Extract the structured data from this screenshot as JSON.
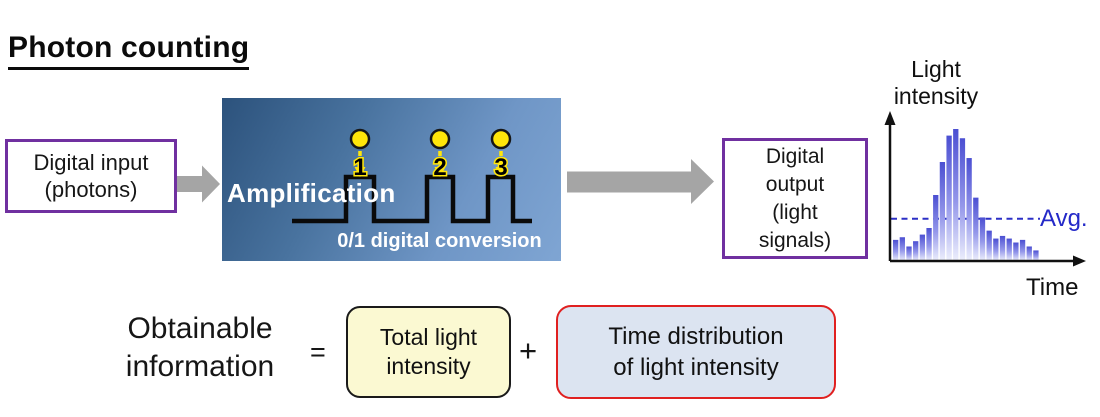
{
  "page_title": "Photon counting",
  "flow": {
    "input_box": {
      "lines": [
        "Digital input",
        "(photons)"
      ]
    },
    "amp_box": {
      "title": "Amplification",
      "caption": "0/1 digital conversion",
      "photons": [
        "1",
        "2",
        "3"
      ]
    },
    "output_box": {
      "lines": [
        "Digital",
        "output",
        "(light",
        "signals)"
      ]
    }
  },
  "chart": {
    "ylabel_line1": "Light",
    "ylabel_line2": "intensity",
    "xlabel": "Time",
    "avg_label": "Avg."
  },
  "chart_data": {
    "type": "bar",
    "title": "",
    "xlabel": "Time",
    "ylabel": "Light intensity",
    "values_relative": [
      0.16,
      0.18,
      0.11,
      0.15,
      0.2,
      0.25,
      0.5,
      0.75,
      0.95,
      1.0,
      0.93,
      0.78,
      0.48,
      0.33,
      0.23,
      0.17,
      0.19,
      0.17,
      0.14,
      0.16,
      0.11,
      0.08
    ],
    "avg_level_relative": 0.32,
    "annotations": [
      "Avg."
    ],
    "axis_ticks": "none shown",
    "grid": false,
    "legend": false
  },
  "equation": {
    "lhs": [
      "Obtainable",
      "information"
    ],
    "equals": "=",
    "term1": {
      "lines": [
        "Total light",
        "intensity"
      ]
    },
    "plus": "+",
    "term2": {
      "lines": [
        "Time distribution",
        "of light intensity"
      ]
    }
  },
  "colors": {
    "accent_purple": "#7030A0",
    "arrow_gray": "#A5A5A5",
    "amp_gradient_dark": "#2C527C",
    "amp_gradient_light": "#7FA5D3",
    "photon_yellow": "#FFE60A",
    "waveform_black": "#0a0a0a",
    "bar_top_blue": "#4B4FD2",
    "bar_bottom_blue": "#EDEFFC",
    "avg_line_blue": "#2B2FC6",
    "term1_bg": "#FBF9D2",
    "term1_border": "#1A1A1A",
    "term2_bg": "#DCE4F1",
    "term2_border": "#E02020"
  }
}
